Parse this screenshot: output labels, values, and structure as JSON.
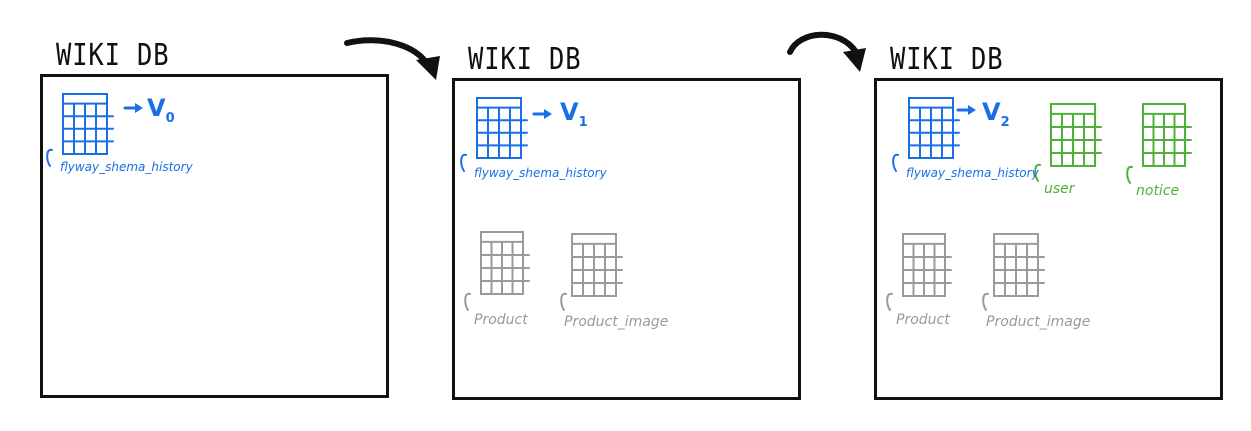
{
  "colors": {
    "ink": "#111111",
    "blue": "#1a6fe6",
    "green": "#4fb03a",
    "gray": "#9a9a9a"
  },
  "panels": [
    {
      "title": "WIKI DB",
      "history": {
        "label": "flyway_shema_history",
        "version_letter": "V",
        "version_num": "0"
      },
      "tables": []
    },
    {
      "title": "WIKI DB",
      "history": {
        "label": "flyway_shema_history",
        "version_letter": "V",
        "version_num": "1"
      },
      "tables": [
        {
          "label": "Product",
          "color": "gray"
        },
        {
          "label": "Product_image",
          "color": "gray"
        }
      ]
    },
    {
      "title": "WIKI DB",
      "history": {
        "label": "flyway_shema_history",
        "version_letter": "V",
        "version_num": "2"
      },
      "tables": [
        {
          "label": "user",
          "color": "green"
        },
        {
          "label": "notice",
          "color": "green"
        },
        {
          "label": "Product",
          "color": "gray"
        },
        {
          "label": "Product_image",
          "color": "gray"
        }
      ]
    }
  ]
}
